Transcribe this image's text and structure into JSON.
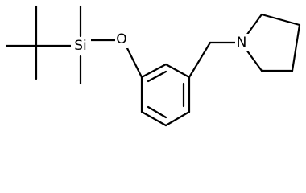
{
  "atoms": {
    "silicon": "Si",
    "oxygen": "O",
    "nitrogen": "N"
  },
  "colors": {
    "background": "#ffffff",
    "ink": "#000000"
  }
}
